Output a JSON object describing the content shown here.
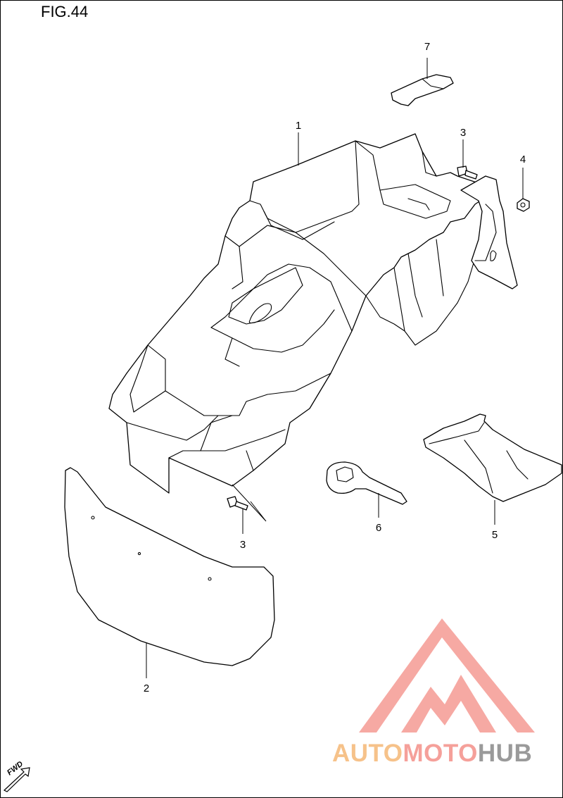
{
  "figure": {
    "title": "FIG.44"
  },
  "callouts": {
    "c1": "1",
    "c2": "2",
    "c3a": "3",
    "c3b": "3",
    "c4": "4",
    "c5": "5",
    "c6": "6",
    "c7": "7"
  },
  "watermark": {
    "part1": "AUTO",
    "part2": "MOTO",
    "part3": "HUB",
    "color_auto": "#f6c28a",
    "color_moto": "#f5a09a",
    "color_hub": "#9a9a9a",
    "logo_color": "#f59b94"
  },
  "direction_label": "FWD"
}
